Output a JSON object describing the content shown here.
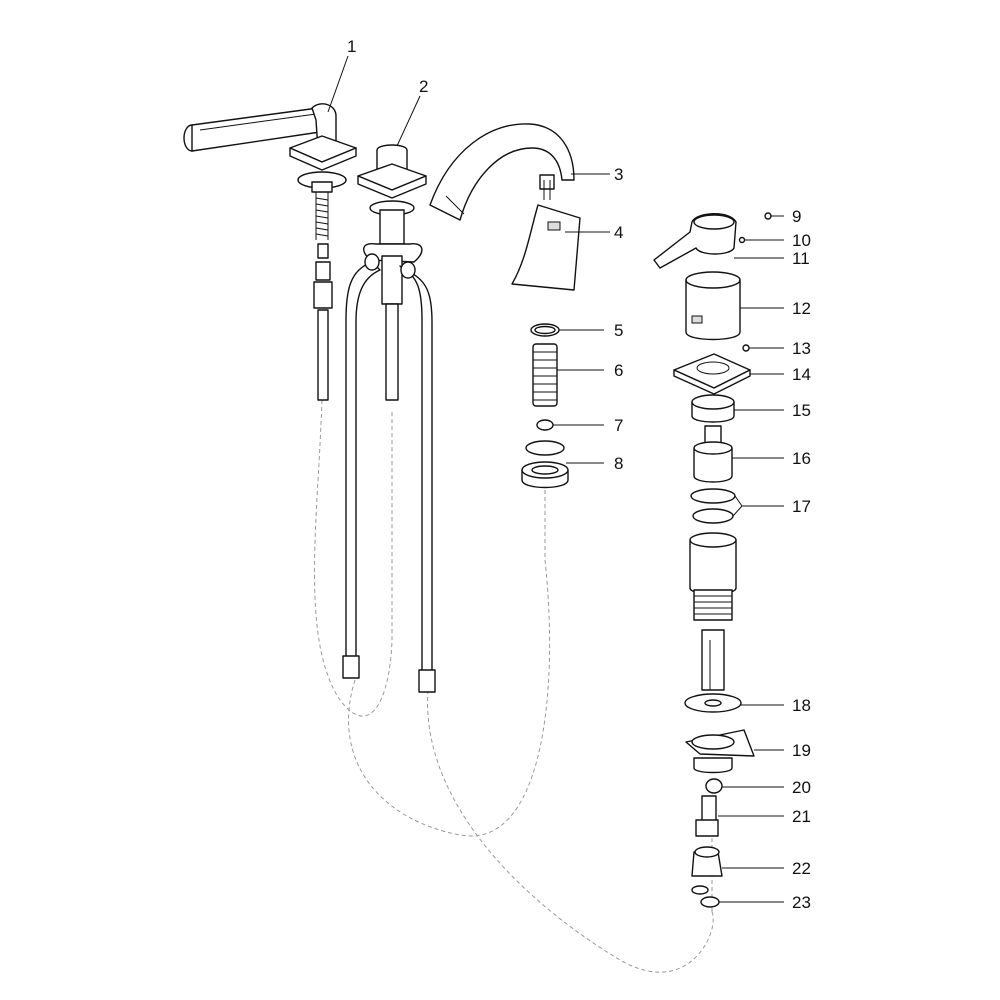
{
  "diagram": {
    "callouts": [
      {
        "id": 1,
        "label": "1"
      },
      {
        "id": 2,
        "label": "2"
      },
      {
        "id": 3,
        "label": "3"
      },
      {
        "id": 4,
        "label": "4"
      },
      {
        "id": 5,
        "label": "5"
      },
      {
        "id": 6,
        "label": "6"
      },
      {
        "id": 7,
        "label": "7"
      },
      {
        "id": 8,
        "label": "8"
      },
      {
        "id": 9,
        "label": "9"
      },
      {
        "id": 10,
        "label": "10"
      },
      {
        "id": 11,
        "label": "11"
      },
      {
        "id": 12,
        "label": "12"
      },
      {
        "id": 13,
        "label": "13"
      },
      {
        "id": 14,
        "label": "14"
      },
      {
        "id": 15,
        "label": "15"
      },
      {
        "id": 16,
        "label": "16"
      },
      {
        "id": 17,
        "label": "17"
      },
      {
        "id": 18,
        "label": "18"
      },
      {
        "id": 19,
        "label": "19"
      },
      {
        "id": 20,
        "label": "20"
      },
      {
        "id": 21,
        "label": "21"
      },
      {
        "id": 22,
        "label": "22"
      },
      {
        "id": 23,
        "label": "23"
      }
    ],
    "colors": {
      "line": "#111111",
      "dashed": "#9a9a9a",
      "background": "#ffffff"
    }
  }
}
